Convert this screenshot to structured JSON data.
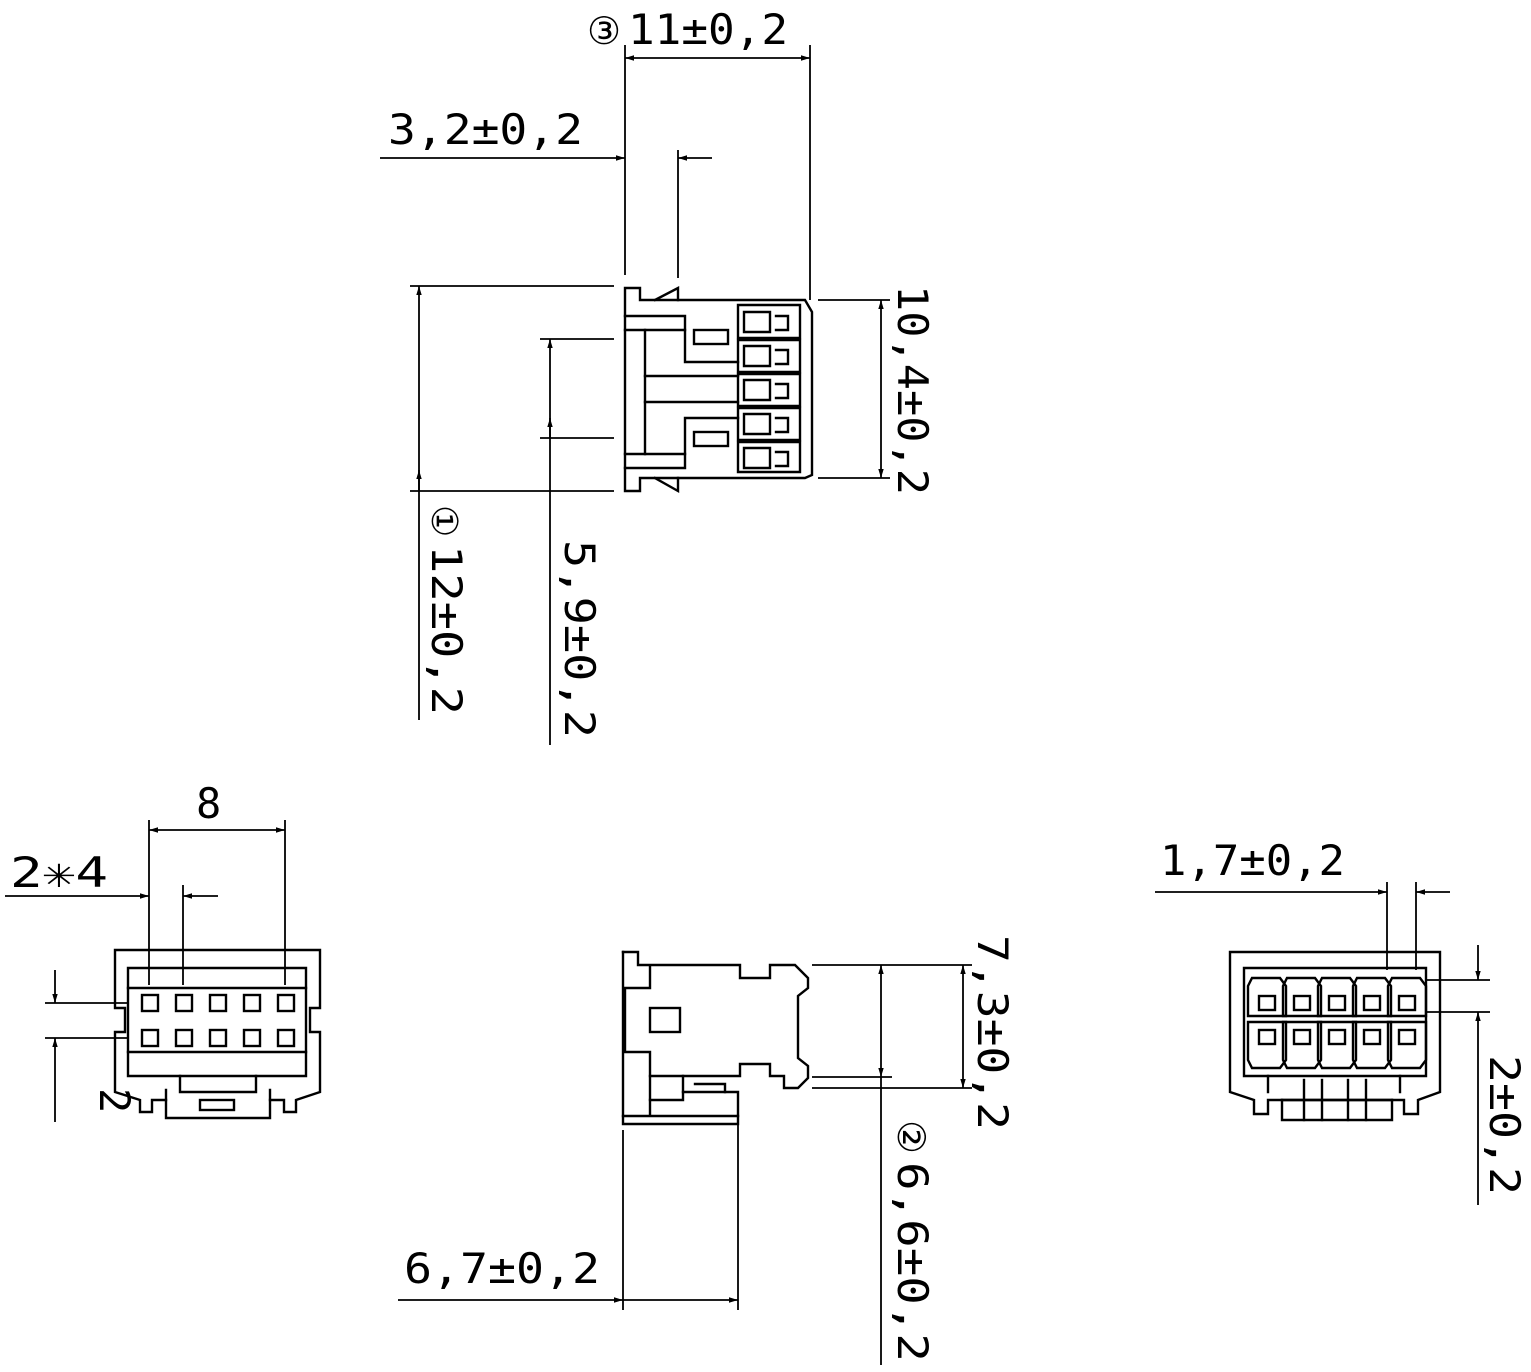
{
  "top_view": {
    "dim_width_marker": "③",
    "dim_width": "11±0,2",
    "dim_offset": "3,2±0,2",
    "dim_height_right": "10,4±0,2",
    "dim_height_left_marker": "①",
    "dim_height_left": "12±0,2",
    "dim_inner_height": "5,9±0,2"
  },
  "front_view": {
    "dim_width": "8",
    "dim_pitch": "2✳4",
    "dim_row_pitch": "2"
  },
  "side_view": {
    "dim_height_right": "7,3±0,2",
    "dim_height_marker": "②",
    "dim_height": "6,6±0,2",
    "dim_depth": "6,7±0,2"
  },
  "rear_view": {
    "dim_pitch": "1,7±0,2",
    "dim_row_pitch": "2±0,2"
  }
}
